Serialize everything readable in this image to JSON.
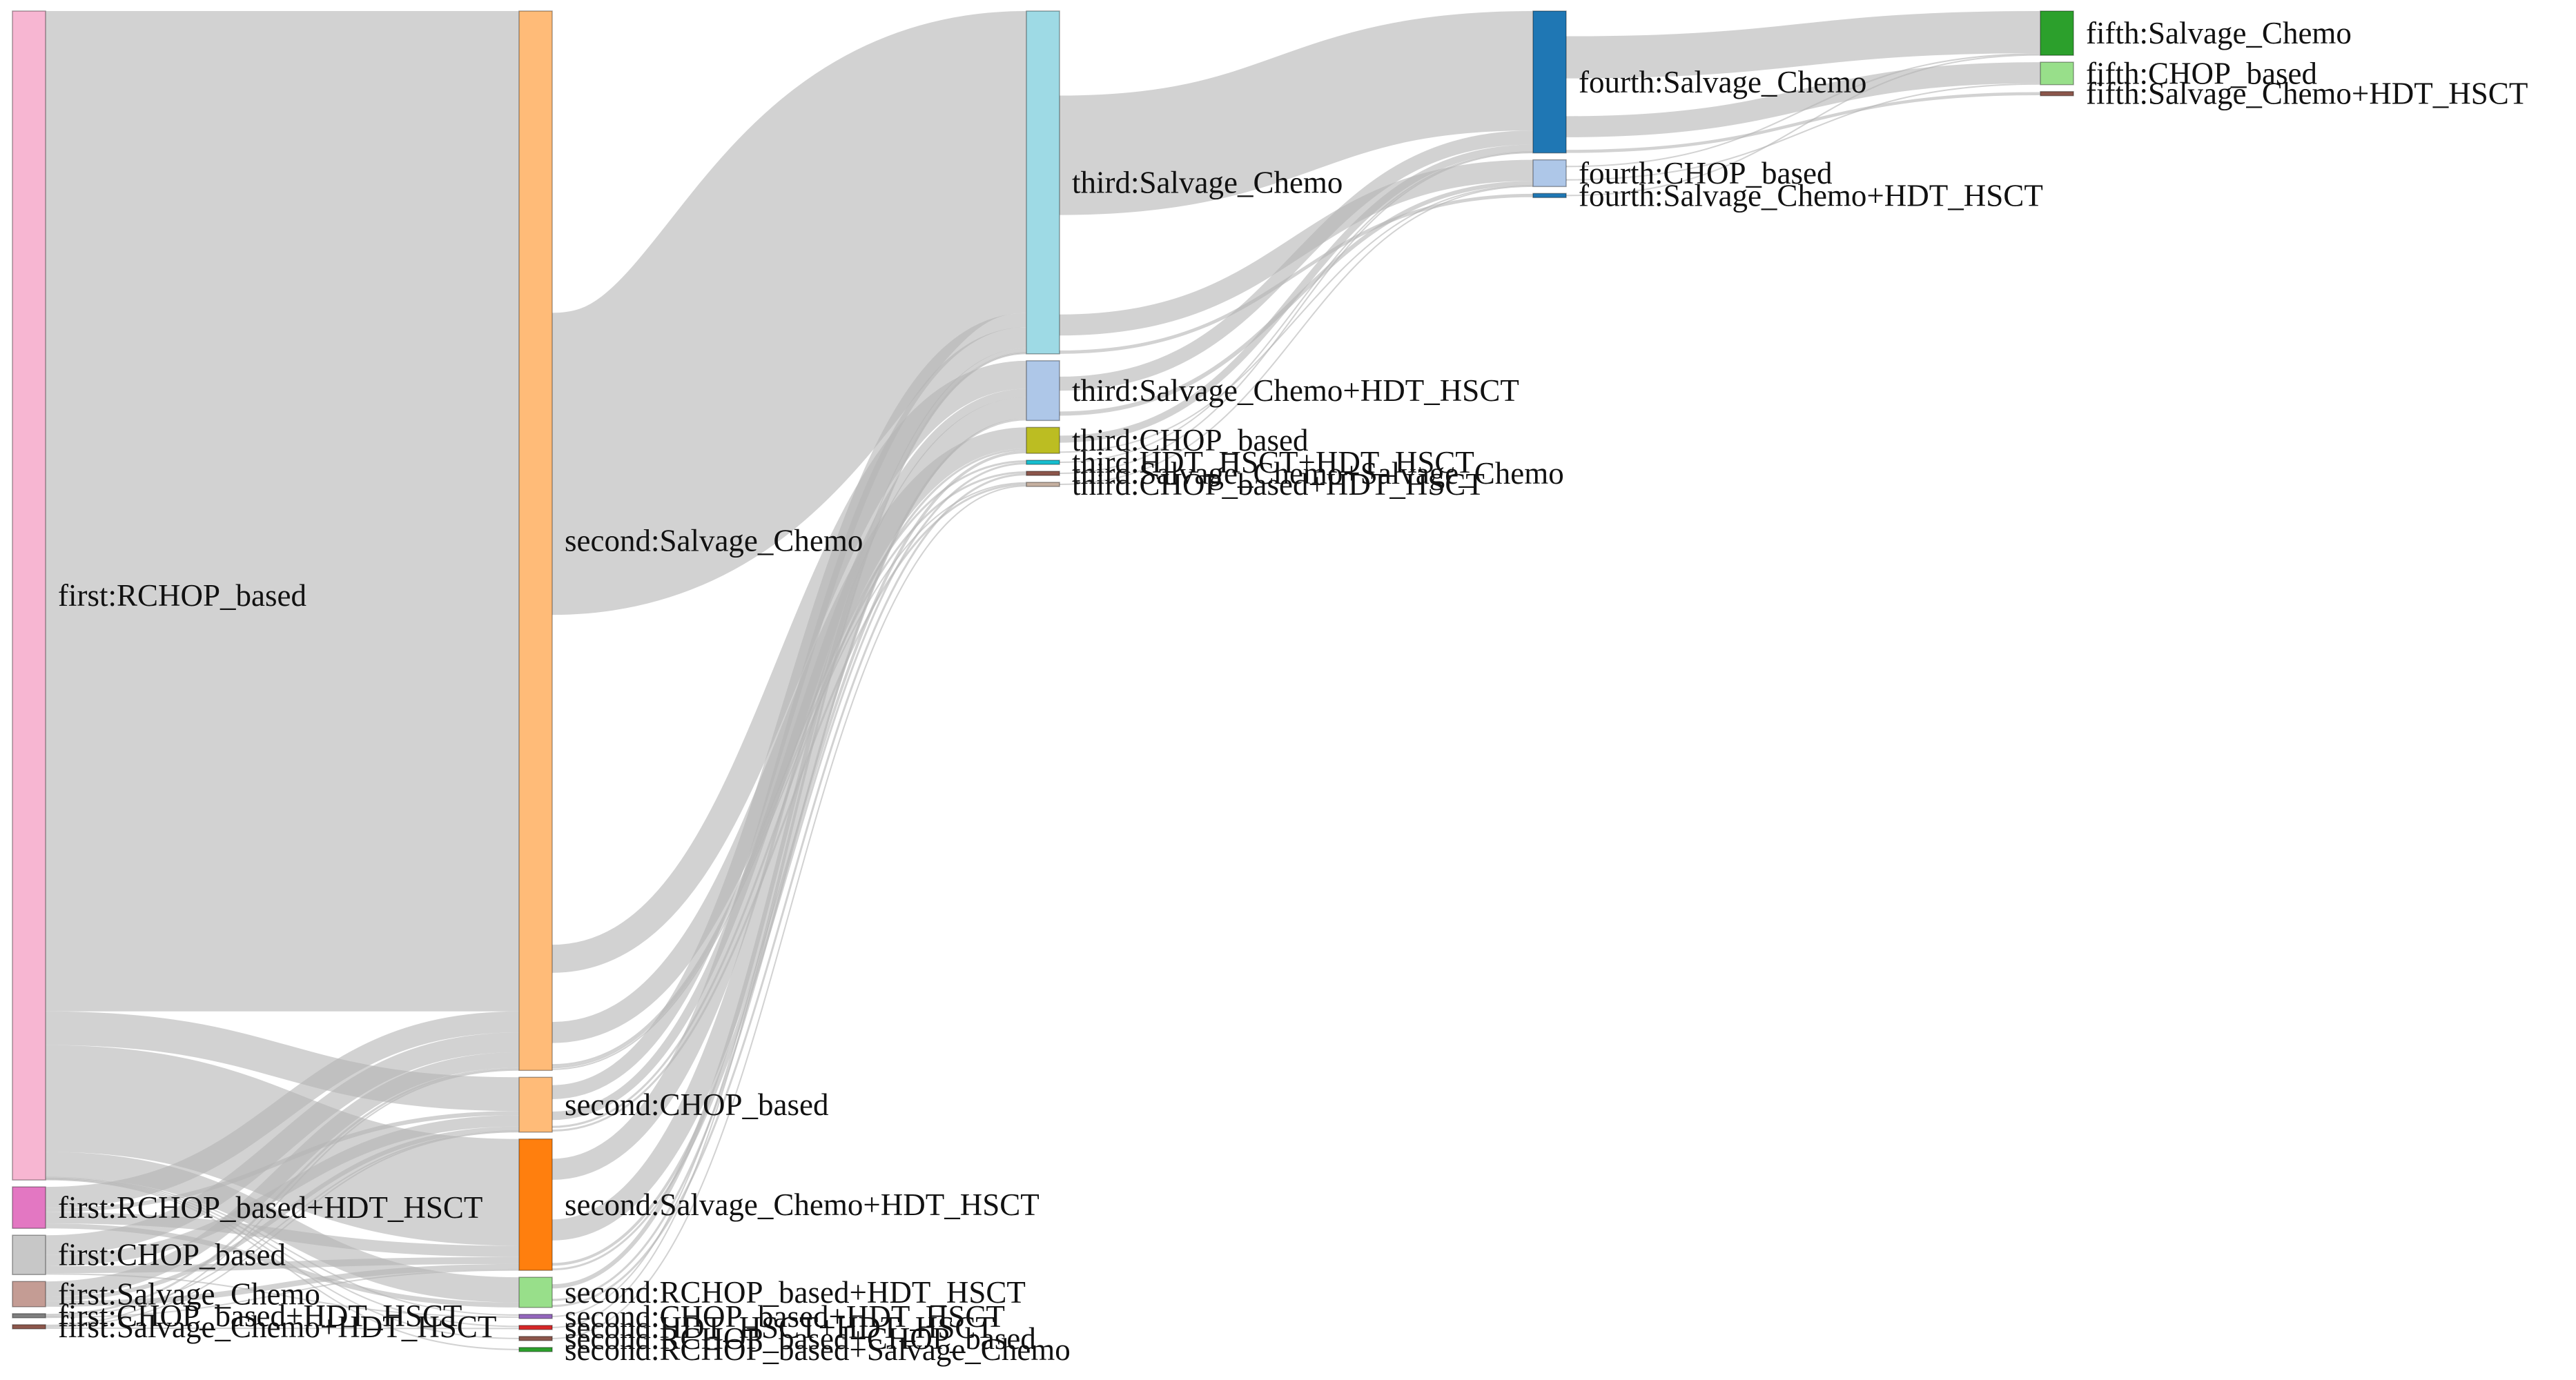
{
  "chart_data": {
    "type": "sankey",
    "nodes": [
      {
        "id": "first_rchop",
        "label": "first:RCHOP_based",
        "color": "#F7B6D2"
      },
      {
        "id": "first_rchop_hdt",
        "label": "first:RCHOP_based+HDT_HSCT",
        "color": "#E377C2"
      },
      {
        "id": "first_chop",
        "label": "first:CHOP_based",
        "color": "#C7C7C7"
      },
      {
        "id": "first_salvage",
        "label": "first:Salvage_Chemo",
        "color": "#C49C94"
      },
      {
        "id": "first_chop_hdt",
        "label": "first:CHOP_based+HDT_HSCT",
        "color": "#7F7F7F"
      },
      {
        "id": "first_salvage_hdt",
        "label": "first:Salvage_Chemo+HDT_HSCT",
        "color": "#8C564B"
      },
      {
        "id": "second_salvage",
        "label": "second:Salvage_Chemo",
        "color": "#FFBB78"
      },
      {
        "id": "second_chop",
        "label": "second:CHOP_based",
        "color": "#FFBB78"
      },
      {
        "id": "second_salvage_hdt",
        "label": "second:Salvage_Chemo+HDT_HSCT",
        "color": "#FF7F0E"
      },
      {
        "id": "second_rchop_hdt",
        "label": "second:RCHOP_based+HDT_HSCT",
        "color": "#98DF8A"
      },
      {
        "id": "second_chop_hdt",
        "label": "second:CHOP_based+HDT_HSCT",
        "color": "#9467BD"
      },
      {
        "id": "second_hdt_hdt",
        "label": "second:HDT_HSCT+HDT_HSCT",
        "color": "#D62728"
      },
      {
        "id": "second_rchop_chop",
        "label": "second:RCHOP_based+CHOP_based",
        "color": "#8C564B"
      },
      {
        "id": "second_rchop_salvage",
        "label": "second:RCHOP_based+Salvage_Chemo",
        "color": "#2CA02C"
      },
      {
        "id": "third_salvage",
        "label": "third:Salvage_Chemo",
        "color": "#9EDAE5"
      },
      {
        "id": "third_salvage_hdt",
        "label": "third:Salvage_Chemo+HDT_HSCT",
        "color": "#AEC7E8"
      },
      {
        "id": "third_chop",
        "label": "third:CHOP_based",
        "color": "#BCBD22"
      },
      {
        "id": "third_hdt_hdt",
        "label": "third:HDT_HSCT+HDT_HSCT",
        "color": "#17BECF"
      },
      {
        "id": "third_salvage_salvage",
        "label": "third:Salvage_Chemo+Salvage_Chemo",
        "color": "#8C564B"
      },
      {
        "id": "third_chop_hdt",
        "label": "third:CHOP_based+HDT_HSCT",
        "color": "#C5B0A0"
      },
      {
        "id": "fourth_salvage",
        "label": "fourth:Salvage_Chemo",
        "color": "#1F77B4"
      },
      {
        "id": "fourth_chop",
        "label": "fourth:CHOP_based",
        "color": "#AEC7E8"
      },
      {
        "id": "fourth_salvage_hdt",
        "label": "fourth:Salvage_Chemo+HDT_HSCT",
        "color": "#1F77B4"
      },
      {
        "id": "fifth_salvage",
        "label": "fifth:Salvage_Chemo",
        "color": "#2CA02C"
      },
      {
        "id": "fifth_chop",
        "label": "fifth:CHOP_based",
        "color": "#98DF8A"
      },
      {
        "id": "fifth_salvage_hdt",
        "label": "fifth:Salvage_Chemo+HDT_HSCT",
        "color": "#8C564B"
      }
    ],
    "links": [
      {
        "source": "first_rchop",
        "target": "second_salvage",
        "value": 1424
      },
      {
        "source": "first_rchop",
        "target": "second_chop",
        "value": 48
      },
      {
        "source": "first_rchop",
        "target": "second_salvage_hdt",
        "value": 152
      },
      {
        "source": "first_rchop",
        "target": "second_rchop_hdt",
        "value": 36
      },
      {
        "source": "first_rchop",
        "target": "second_chop_hdt",
        "value": 1
      },
      {
        "source": "first_rchop",
        "target": "second_hdt_hdt",
        "value": 1
      },
      {
        "source": "first_rchop",
        "target": "second_rchop_chop",
        "value": 1
      },
      {
        "source": "first_rchop",
        "target": "second_rchop_salvage",
        "value": 1
      },
      {
        "source": "first_rchop_hdt",
        "target": "second_salvage",
        "value": 30
      },
      {
        "source": "first_rchop_hdt",
        "target": "second_chop",
        "value": 6
      },
      {
        "source": "first_rchop_hdt",
        "target": "second_salvage_hdt",
        "value": 16
      },
      {
        "source": "first_rchop_hdt",
        "target": "second_rchop_hdt",
        "value": 7
      },
      {
        "source": "first_chop",
        "target": "second_salvage",
        "value": 28
      },
      {
        "source": "first_chop",
        "target": "second_chop",
        "value": 16
      },
      {
        "source": "first_chop",
        "target": "second_salvage_hdt",
        "value": 10
      },
      {
        "source": "first_chop",
        "target": "second_chop_hdt",
        "value": 2
      },
      {
        "source": "first_salvage",
        "target": "second_salvage",
        "value": 22
      },
      {
        "source": "first_salvage",
        "target": "second_chop",
        "value": 6
      },
      {
        "source": "first_salvage",
        "target": "second_salvage_hdt",
        "value": 8
      },
      {
        "source": "first_chop_hdt",
        "target": "second_salvage",
        "value": 3
      },
      {
        "source": "first_chop_hdt",
        "target": "second_chop",
        "value": 1
      },
      {
        "source": "first_chop_hdt",
        "target": "second_salvage_hdt",
        "value": 1
      },
      {
        "source": "first_salvage_hdt",
        "target": "second_salvage",
        "value": 1
      },
      {
        "source": "first_salvage_hdt",
        "target": "second_chop",
        "value": 1
      },
      {
        "source": "first_salvage_hdt",
        "target": "second_hdt_hdt",
        "value": 1
      },
      {
        "source": "second_salvage",
        "target": "third_salvage",
        "value": 430
      },
      {
        "source": "second_salvage",
        "target": "third_salvage_hdt",
        "value": 40
      },
      {
        "source": "second_salvage",
        "target": "third_chop",
        "value": 30
      },
      {
        "source": "second_salvage",
        "target": "third_hdt_hdt",
        "value": 1
      },
      {
        "source": "second_salvage",
        "target": "third_salvage_salvage",
        "value": 1
      },
      {
        "source": "second_salvage",
        "target": "third_chop_hdt",
        "value": 1
      },
      {
        "source": "second_chop",
        "target": "third_salvage",
        "value": 20
      },
      {
        "source": "second_chop",
        "target": "third_salvage_hdt",
        "value": 12
      },
      {
        "source": "second_chop",
        "target": "third_chop",
        "value": 3
      },
      {
        "source": "second_chop",
        "target": "third_chop_hdt",
        "value": 2
      },
      {
        "source": "second_salvage_hdt",
        "target": "third_salvage",
        "value": 30
      },
      {
        "source": "second_salvage_hdt",
        "target": "third_salvage_hdt",
        "value": 30
      },
      {
        "source": "second_salvage_hdt",
        "target": "third_chop",
        "value": 4
      },
      {
        "source": "second_salvage_hdt",
        "target": "third_hdt_hdt",
        "value": 1
      },
      {
        "source": "second_rchop_hdt",
        "target": "third_salvage",
        "value": 6
      },
      {
        "source": "second_rchop_hdt",
        "target": "third_salvage_hdt",
        "value": 3
      },
      {
        "source": "second_rchop_hdt",
        "target": "third_salvage_salvage",
        "value": 1
      },
      {
        "source": "second_chop_hdt",
        "target": "third_salvage",
        "value": 1
      },
      {
        "source": "second_hdt_hdt",
        "target": "third_salvage",
        "value": 1
      },
      {
        "source": "second_rchop_chop",
        "target": "third_chop_hdt",
        "value": 1
      },
      {
        "source": "third_salvage",
        "target": "fourth_salvage",
        "value": 170
      },
      {
        "source": "third_salvage",
        "target": "fourth_chop",
        "value": 30
      },
      {
        "source": "third_salvage",
        "target": "fourth_salvage_hdt",
        "value": 2
      },
      {
        "source": "third_salvage_hdt",
        "target": "fourth_salvage",
        "value": 20
      },
      {
        "source": "third_salvage_hdt",
        "target": "fourth_chop",
        "value": 6
      },
      {
        "source": "third_chop",
        "target": "fourth_salvage",
        "value": 10
      },
      {
        "source": "third_chop",
        "target": "fourth_chop",
        "value": 1
      },
      {
        "source": "third_hdt_hdt",
        "target": "fourth_salvage",
        "value": 1
      },
      {
        "source": "third_salvage_salvage",
        "target": "fourth_salvage",
        "value": 1
      },
      {
        "source": "third_chop_hdt",
        "target": "fourth_chop",
        "value": 1
      },
      {
        "source": "fourth_salvage",
        "target": "fifth_salvage",
        "value": 60
      },
      {
        "source": "fourth_salvage",
        "target": "fifth_chop",
        "value": 30
      },
      {
        "source": "fourth_salvage",
        "target": "fifth_salvage_hdt",
        "value": 2
      },
      {
        "source": "fourth_chop",
        "target": "fifth_salvage",
        "value": 2
      },
      {
        "source": "fourth_chop",
        "target": "fifth_chop",
        "value": 2
      },
      {
        "source": "fourth_salvage_hdt",
        "target": "fifth_salvage",
        "value": 1
      }
    ]
  }
}
